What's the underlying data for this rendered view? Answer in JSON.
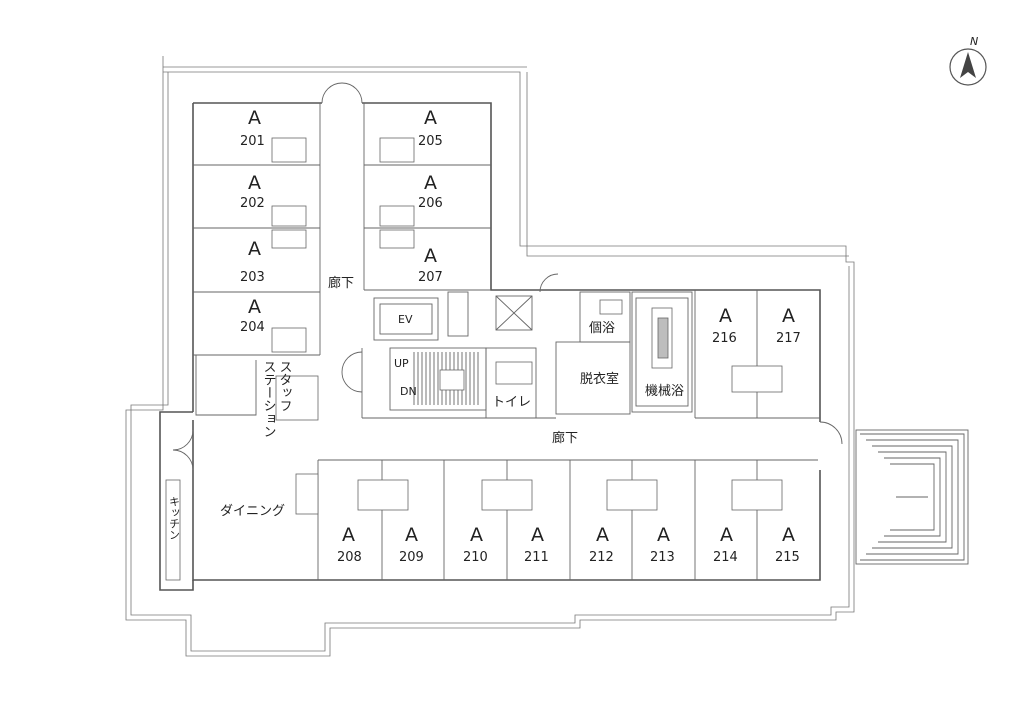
{
  "compass": {
    "label": "N",
    "icon": "north-arrow-icon"
  },
  "corridors": {
    "upper": "廊下",
    "lower": "廊下"
  },
  "rooms": [
    {
      "type": "A",
      "number": "201"
    },
    {
      "type": "A",
      "number": "202"
    },
    {
      "type": "A",
      "number": "203"
    },
    {
      "type": "A",
      "number": "204"
    },
    {
      "type": "A",
      "number": "205"
    },
    {
      "type": "A",
      "number": "206"
    },
    {
      "type": "A",
      "number": "207"
    },
    {
      "type": "A",
      "number": "208"
    },
    {
      "type": "A",
      "number": "209"
    },
    {
      "type": "A",
      "number": "210"
    },
    {
      "type": "A",
      "number": "211"
    },
    {
      "type": "A",
      "number": "212"
    },
    {
      "type": "A",
      "number": "213"
    },
    {
      "type": "A",
      "number": "214"
    },
    {
      "type": "A",
      "number": "215"
    },
    {
      "type": "A",
      "number": "216"
    },
    {
      "type": "A",
      "number": "217"
    }
  ],
  "facilities": {
    "elevator": "EV",
    "stairs_up": "UP",
    "stairs_down": "DN",
    "toilet": "トイレ",
    "private_bath": "個浴",
    "changing_room": "脱衣室",
    "machine_bath": "機械浴",
    "staff_station_line1": "スタッフ",
    "staff_station_line2": "ステーション",
    "dining": "ダイニング",
    "kitchen": "キッチン"
  }
}
